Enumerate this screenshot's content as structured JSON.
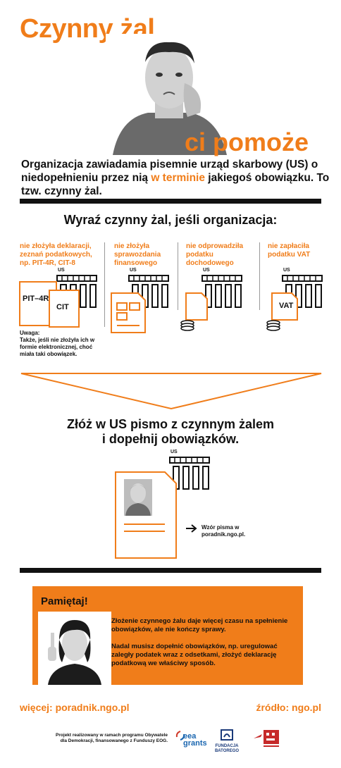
{
  "header": {
    "title": "Czynny żal",
    "subtitle": "ci pomoże"
  },
  "intro": {
    "part1": "Organizacja zawiadamia pisemnie urząd skarbowy (US) o niedopełnieniu przez nią ",
    "highlight": "w terminie",
    "part2": " jakiegoś obowiązku. To tzw. czynny żal."
  },
  "section1": {
    "heading": "Wyraź czynny żal, jeśli organizacja:",
    "columns": [
      {
        "label": "nie złożyła deklaracji, zeznań podatkowych, np. PIT-4R, CIT-8",
        "us": "US",
        "doc1": "PIT–4R",
        "doc2": "CIT"
      },
      {
        "label": "nie złożyła sprawozdania finansowego",
        "us": "US"
      },
      {
        "label": "nie odprowadziła podatku dochodowego",
        "us": "US"
      },
      {
        "label": "nie zapłaciła podatku VAT",
        "us": "US",
        "doc": "VAT"
      }
    ],
    "note_title": "Uwaga:",
    "note": "Także, jeśli nie złożyła ich w formie elektronicznej, choć miała taki obowiązek."
  },
  "section2": {
    "heading_line1": "Złóż w US pismo z czynnym żalem",
    "heading_line2": "i dopełnij obowiązków.",
    "us": "US",
    "arrow_label": "Wzór pisma w poradnik.ngo.pl."
  },
  "remember": {
    "title": "Pamiętaj!",
    "para1": "Złożenie czynnego żalu daje więcej czasu na spełnienie obowiązków, ale nie kończy sprawy.",
    "para2": "Nadal musisz dopełnić obowiązków, np. uregulować zaległy podatek wraz z odsetkami, złożyć deklarację podatkową we właściwy sposób."
  },
  "footer": {
    "more": "więcej: poradnik.ngo.pl",
    "source": "źródło: ngo.pl",
    "project": "Projekt realizowany w ramach programu Obywatele dla Demokracji, finansowanego z Funduszy EOG.",
    "logo1_line1": "eea",
    "logo1_line2": "grants",
    "logo2_line1": "FUNDACJA",
    "logo2_line2": "BATOREGO"
  },
  "colors": {
    "accent": "#f07d1a",
    "dark": "#111111"
  }
}
